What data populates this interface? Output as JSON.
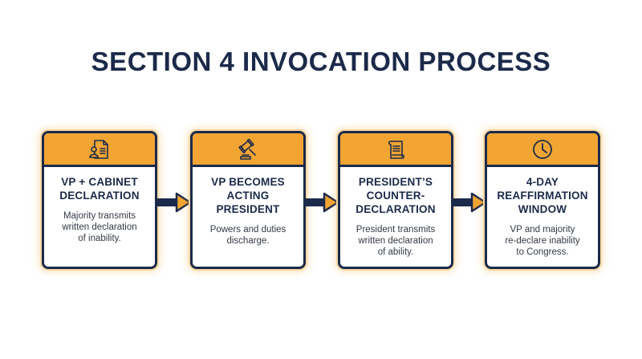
{
  "title": "SECTION 4 INVOCATION PROCESS",
  "colors": {
    "navy": "#1b2a4a",
    "orange": "#f2a533",
    "glow": "#f7d9a5"
  },
  "steps": [
    {
      "title_lines": [
        "VP + CABINET",
        "DECLARATION"
      ],
      "desc_lines": [
        "Majority transmits",
        "written declaration",
        "of inability."
      ],
      "icon": "person-document-icon"
    },
    {
      "title_lines": [
        "VP BECOMES",
        "ACTING",
        "PRESIDENT"
      ],
      "desc_lines": [
        "Powers and duties",
        "discharge."
      ],
      "icon": "gavel-icon"
    },
    {
      "title_lines": [
        "PRESIDENT’S",
        "COUNTER-",
        "DECLARATION"
      ],
      "desc_lines": [
        "President transmits",
        "written declaration",
        "of ability."
      ],
      "icon": "scroll-icon"
    },
    {
      "title_lines": [
        "4-DAY",
        "REAFFIRMATION",
        "WINDOW"
      ],
      "desc_lines": [
        "VP and majority",
        "re-declare inability",
        "to Congress."
      ],
      "icon": "clock-icon"
    }
  ]
}
